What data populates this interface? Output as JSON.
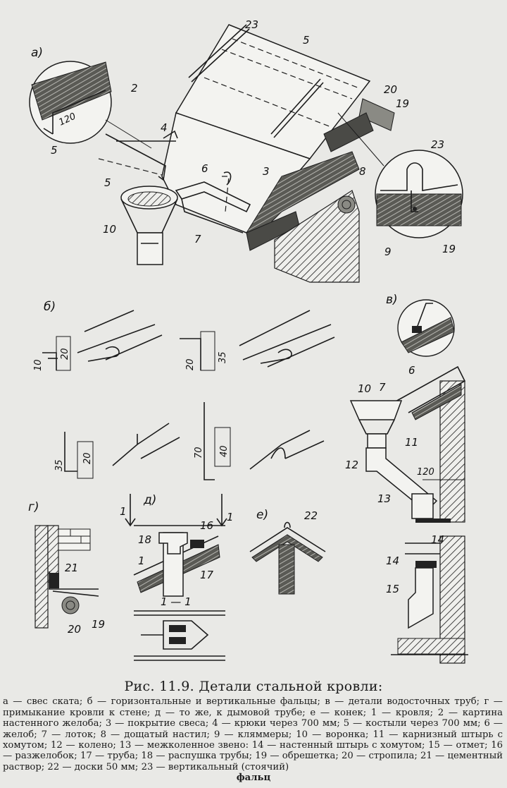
{
  "figure": {
    "title": "Рис. 11.9. Детали стальной кровли:",
    "legend": "а — свес ската; б — горизонтальные и вертикальные фальцы; в — детали водосточных труб; г — примыкание кровли к стене; д — то же, к дымовой трубе; е — конек; 1 — кровля; 2 — картина настенного желоба; 3 — покрытие свеса; 4 — крюки через 700 мм; 5 — костыли через 700 мм; 6 — желоб; 7 — лоток; 8 — дощатый настил; 9 — кляммеры; 10 — воронка; 11 — карнизный штырь с хомутом; 12 — колено; 13 — межколенное звено: 14 — настенный штырь с хомутом; 15 — отмет; 16 — разжелобок; 17 — труба; 18 — распушка трубы; 19 — обрешетка; 20 — стропила; 21 — цементный раствор; 22 — доски 50 мм; 23 — вертикальный (стоячий)",
    "legend_last": "фальц"
  },
  "section_labels": {
    "a": "а)",
    "b": "б)",
    "v": "в)",
    "g": "г)",
    "d": "д)",
    "e": "е)"
  },
  "part_numbers": {
    "n1": "1",
    "n2": "2",
    "n3": "3",
    "n4": "4",
    "n5": "5",
    "n6": "6",
    "n7": "7",
    "n8": "8",
    "n9": "9",
    "n10": "10",
    "n11": "11",
    "n12": "12",
    "n13": "13",
    "n14": "14",
    "n15": "15",
    "n16": "16",
    "n17": "17",
    "n18": "18",
    "n19": "19",
    "n20": "20",
    "n21": "21",
    "n22": "22",
    "n23": "23"
  },
  "dimensions": {
    "d120": "120",
    "d10": "10",
    "d20": "20",
    "d35": "35",
    "d70": "70",
    "d40": "40",
    "section_cut": "1 — 1"
  }
}
